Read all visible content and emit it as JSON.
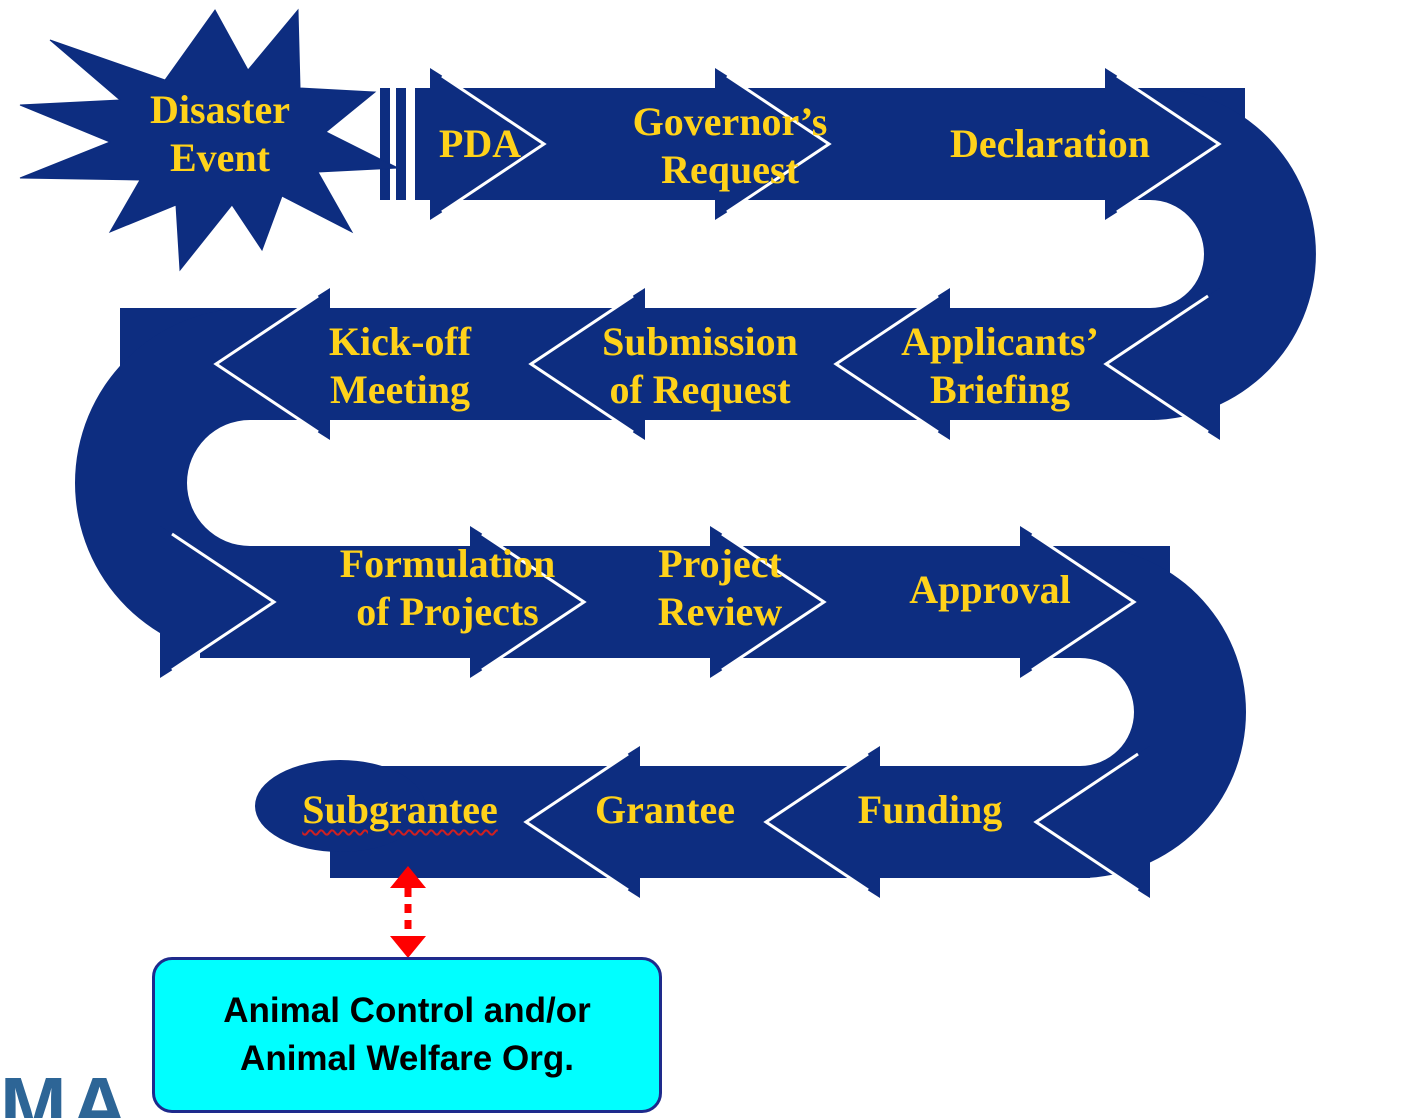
{
  "colors": {
    "ribbon": "#0d2d80",
    "chevron_stroke": "#ffffff",
    "label_text": "#ffd21a",
    "callout_fill": "#00ffff",
    "callout_border": "#1e2a8c",
    "connector": "#ff0000"
  },
  "starburst": {
    "line1": "Disaster",
    "line2": "Event"
  },
  "steps": {
    "pda": "PDA",
    "governors_request": {
      "line1": "Governor’s",
      "line2": "Request"
    },
    "declaration": "Declaration",
    "applicants_briefing": {
      "line1": "Applicants’",
      "line2": "Briefing"
    },
    "submission_of_request": {
      "line1": "Submission",
      "line2": "of Request"
    },
    "kickoff_meeting": {
      "line1": "Kick-off",
      "line2": "Meeting"
    },
    "formulation_of_projects": {
      "line1": "Formulation",
      "line2": "of Projects"
    },
    "project_review": {
      "line1": "Project",
      "line2": "Review"
    },
    "approval": "Approval",
    "funding": "Funding",
    "grantee": "Grantee",
    "subgrantee": "Subgrantee"
  },
  "callout": {
    "line1": "Animal Control and/or",
    "line2": "Animal Welfare Org."
  },
  "logo_fragment": "MA"
}
